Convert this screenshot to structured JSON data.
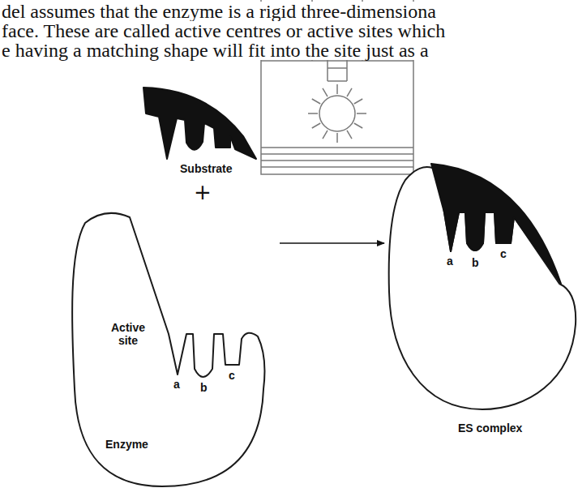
{
  "diagram": {
    "nodes": [
      {
        "text": [
          "Substrate"
        ]
      },
      {
        "text": [
          "Active site",
          "a",
          "b",
          "c",
          "Enzyme"
        ]
      },
      {
        "text": [
          "a",
          "b",
          "c",
          "ES complex"
        ]
      }
    ],
    "edges": [
      {
        "from": 1,
        "to": 2,
        "arrow": "to"
      }
    ],
    "labels": [
      "del assumes that the enzyme is a rigid three-dimensiona",
      "face. These are called active centres or active sites which",
      "e having a matching shape will fit into the site just as a",
      "+"
    ]
  }
}
